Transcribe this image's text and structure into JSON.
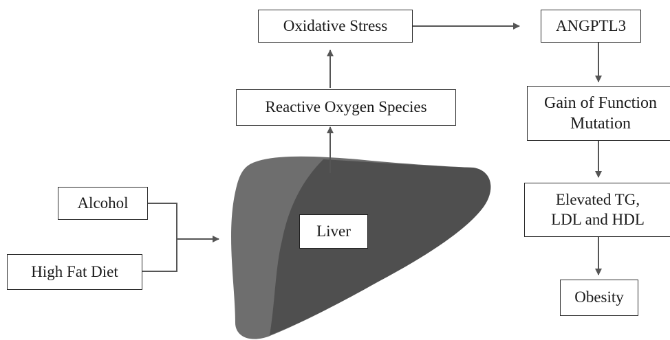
{
  "diagram": {
    "nodes": {
      "oxidative_stress": "Oxidative Stress",
      "angptl3": "ANGPTL3",
      "reactive_oxygen_species": "Reactive Oxygen Species",
      "gain_of_function": "Gain of Function\nMutation",
      "alcohol": "Alcohol",
      "high_fat_diet": "High Fat Diet",
      "liver": "Liver",
      "elevated_lipids": "Elevated TG,\nLDL and HDL",
      "obesity": "Obesity"
    },
    "edges": [
      {
        "from": "alcohol",
        "to": "liver"
      },
      {
        "from": "high_fat_diet",
        "to": "liver"
      },
      {
        "from": "liver",
        "to": "reactive_oxygen_species"
      },
      {
        "from": "reactive_oxygen_species",
        "to": "oxidative_stress"
      },
      {
        "from": "oxidative_stress",
        "to": "angptl3"
      },
      {
        "from": "angptl3",
        "to": "gain_of_function"
      },
      {
        "from": "gain_of_function",
        "to": "elevated_lipids"
      },
      {
        "from": "elevated_lipids",
        "to": "obesity"
      }
    ],
    "colors": {
      "liver_outer": "#6e6e6e",
      "liver_inner": "#4f4f4f",
      "line": "#555555",
      "box_border": "#2a2a2a"
    }
  }
}
